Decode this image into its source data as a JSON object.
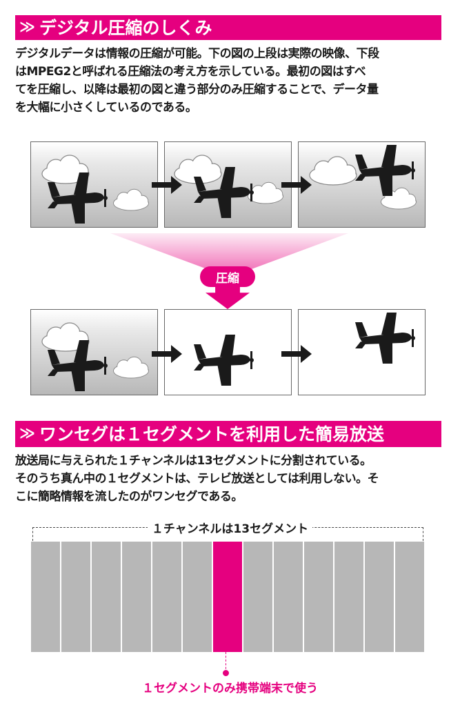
{
  "section1": {
    "mark": "≫",
    "title": "デジタル圧縮のしくみ",
    "body_lines": [
      "デジタルデータは情報の圧縮が可能。下の図の上段は実際の映像、下段",
      "はMPEG2と呼ばれる圧縮法の考え方を示している。最初の図はすべ",
      "てを圧縮し、以降は最初の図と違う部分のみ圧縮することで、データ量",
      "を大幅に小さくしているのである。"
    ],
    "compress_label": "圧縮"
  },
  "section2": {
    "mark": "≫",
    "title": "ワンセグは１セグメントを利用した簡易放送",
    "body_lines": [
      "放送局に与えられた１チャンネルは13セグメントに分割されている。",
      "そのうち真ん中の１セグメントは、テレビ放送としては利用しない。そ",
      "こに簡略情報を流したのがワンセグである。"
    ],
    "bracket_label": "１チャンネルは13セグメント",
    "segment_count": 13,
    "highlight_index": 6,
    "pointer_label": "１セグメントのみ携帯端末で使う"
  },
  "colors": {
    "accent": "#e5007f",
    "segment": "#b7b7b7",
    "text": "#1a1a1a"
  },
  "icons": [
    "airplane-icon",
    "cloud-icon",
    "right-arrow-icon",
    "down-arrow-icon"
  ]
}
